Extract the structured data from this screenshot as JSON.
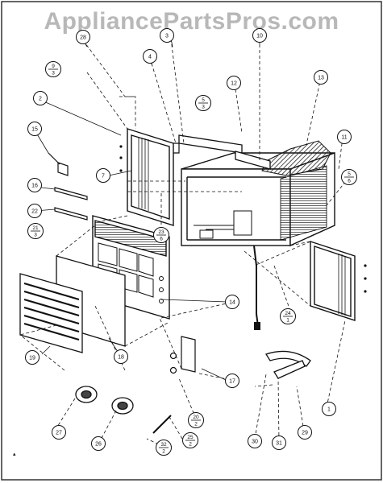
{
  "watermark": "AppliancePartsPros.com",
  "callouts": [
    {
      "id": "28",
      "text": "28"
    },
    {
      "id": "3",
      "text": "3"
    },
    {
      "id": "10",
      "text": "10"
    },
    {
      "id": "4",
      "text": "4"
    },
    {
      "id": "12",
      "text": "12"
    },
    {
      "id": "13",
      "text": "13"
    },
    {
      "id": "2",
      "text": "2"
    },
    {
      "id": "11",
      "text": "11"
    },
    {
      "id": "15",
      "text": "15"
    },
    {
      "id": "7",
      "text": "7"
    },
    {
      "id": "16",
      "text": "16"
    },
    {
      "id": "22",
      "text": "22"
    },
    {
      "id": "14",
      "text": "14"
    },
    {
      "id": "19",
      "text": "19"
    },
    {
      "id": "18",
      "text": "18"
    },
    {
      "id": "17",
      "text": "17"
    },
    {
      "id": "1",
      "text": "1"
    },
    {
      "id": "27",
      "text": "27"
    },
    {
      "id": "26",
      "text": "26"
    },
    {
      "id": "30",
      "text": "30"
    },
    {
      "id": "31",
      "text": "31"
    },
    {
      "id": "29",
      "text": "29"
    }
  ],
  "fractions": [
    {
      "id": "9-3",
      "num": "9",
      "den": "3"
    },
    {
      "id": "5-3",
      "num": "5",
      "den": "3"
    },
    {
      "id": "5-6",
      "num": "5",
      "den": "6"
    },
    {
      "id": "21-3",
      "num": "21",
      "den": "3"
    },
    {
      "id": "23-6",
      "num": "23",
      "den": "6"
    },
    {
      "id": "24-1",
      "num": "24",
      "den": "1"
    },
    {
      "id": "20-2",
      "num": "20",
      "den": "2"
    },
    {
      "id": "25-2",
      "num": "25",
      "den": "2"
    },
    {
      "id": "32-2",
      "num": "32",
      "den": "2"
    }
  ]
}
